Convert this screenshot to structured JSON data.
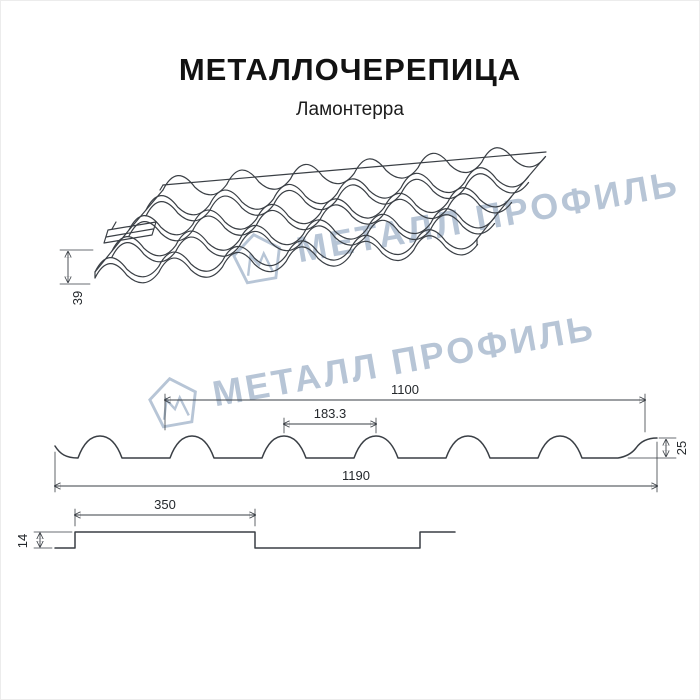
{
  "header": {
    "title": "МЕТАЛЛОЧЕРЕПИЦА",
    "subtitle": "Ламонтерра"
  },
  "watermark": {
    "text": "МЕТАЛЛ ПРОФИЛЬ",
    "color": "#b7c5d6"
  },
  "colors": {
    "line": "#3a3f45",
    "background": "#ffffff"
  },
  "drawings": {
    "perspective": {
      "edge_height": "39"
    },
    "cross_section": {
      "cover_width": "1100",
      "wave_pitch": "183.3",
      "profile_height": "25",
      "overall_width": "1190"
    },
    "step_profile": {
      "step_length": "350",
      "step_height": "14"
    }
  }
}
